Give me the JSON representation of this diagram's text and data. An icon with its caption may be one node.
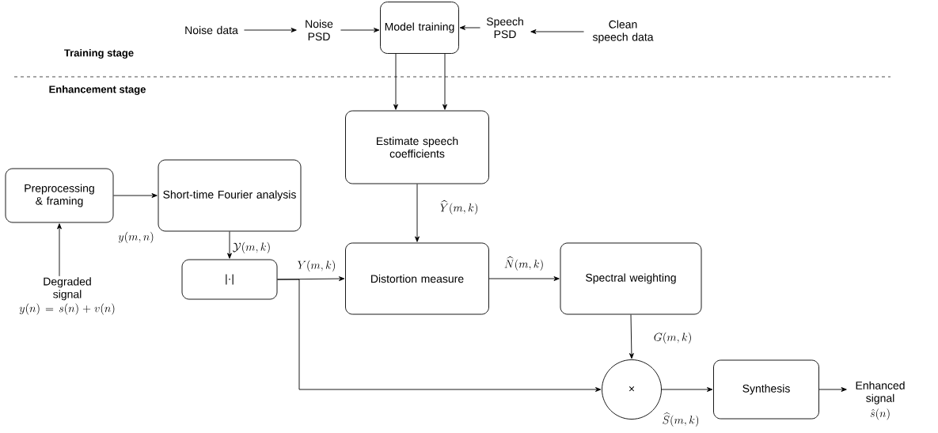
{
  "diagram": {
    "nodes": [
      {
        "text": [
          "Noise data"
        ]
      },
      {
        "text": [
          "Noise PSD"
        ]
      },
      {
        "text": [
          "Model training"
        ]
      },
      {
        "text": [
          "Speech PSD"
        ]
      },
      {
        "text": [
          "Clean speech data"
        ]
      },
      {
        "text": [
          "Estimate  speech coefficients"
        ]
      },
      {
        "text": [
          "Preprocessing & framing"
        ]
      },
      {
        "text": [
          "Short-time Fourier analysis"
        ]
      },
      {
        "text": [
          "Degraded signal",
          "y(n) = s(n) + v(n)"
        ]
      },
      {
        "text": [
          "|·|"
        ]
      },
      {
        "text": [
          "Distortion measure"
        ]
      },
      {
        "text": [
          "Spectral weighting"
        ]
      },
      {
        "text": [
          "×"
        ]
      },
      {
        "text": [
          "Synthesis"
        ]
      },
      {
        "text": [
          "Enhanced signal",
          "\\hat{s}(n)"
        ]
      }
    ],
    "edges": [
      {
        "from": 0,
        "to": 1,
        "arrow": "to"
      },
      {
        "from": 1,
        "to": 2,
        "arrow": "to"
      },
      {
        "from": 3,
        "to": 2,
        "arrow": "to"
      },
      {
        "from": 4,
        "to": 3,
        "arrow": "to"
      },
      {
        "from": 2,
        "to": 5,
        "arrow": "to"
      },
      {
        "from": 2,
        "to": 5,
        "arrow": "to"
      },
      {
        "from": 6,
        "to": 7,
        "arrow": "to",
        "label": "y(m,n)"
      },
      {
        "from": 8,
        "to": 6,
        "arrow": "to"
      },
      {
        "from": 7,
        "to": 9,
        "arrow": "to",
        "label": "\\mathcal{Y}(m,k)"
      },
      {
        "from": 5,
        "to": 10,
        "arrow": "to",
        "label": "\\widehat{Y}(m,k)"
      },
      {
        "from": 9,
        "to": 10,
        "arrow": "to",
        "label": "Y(m,k)"
      },
      {
        "from": 9,
        "to": 12,
        "arrow": "to"
      },
      {
        "from": 10,
        "to": 11,
        "arrow": "to",
        "label": "\\widehat{N}(m,k)"
      },
      {
        "from": 11,
        "to": 12,
        "arrow": "to",
        "label": "G(m,k)"
      },
      {
        "from": 12,
        "to": 13,
        "arrow": "to",
        "label": "\\widehat{S}(m,k)"
      },
      {
        "from": 13,
        "to": 14,
        "arrow": "to"
      }
    ],
    "labels": [
      "Training stage",
      "Enhancement stage"
    ]
  }
}
